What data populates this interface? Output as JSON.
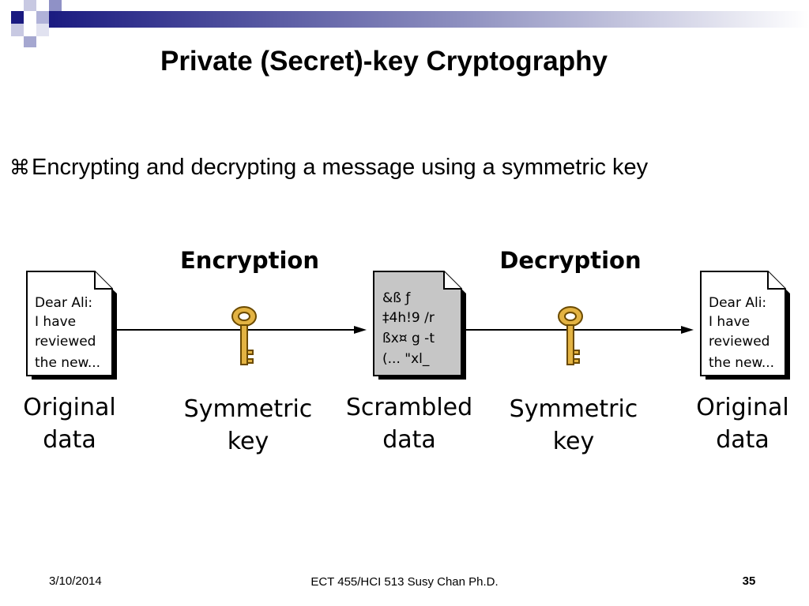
{
  "slide": {
    "title": "Private (Secret)-key Cryptography",
    "bullet_icon": "command-key-icon",
    "bullet": "Encrypting and decrypting a message using a symmetric key"
  },
  "diagram": {
    "headers": {
      "encryption": "Encryption",
      "decryption": "Decryption"
    },
    "original_doc_lines": [
      "Dear Ali:",
      "I have",
      "reviewed",
      "the new..."
    ],
    "scrambled_doc_lines": [
      "&ß ƒ",
      "‡4h!9 /r",
      "ßx¤ g -t",
      "(... \"xl_"
    ],
    "captions": {
      "original_left": [
        "Original",
        "data"
      ],
      "key_left": [
        "Symmetric",
        "key"
      ],
      "scrambled": [
        "Scrambled",
        "data"
      ],
      "key_right": [
        "Symmetric",
        "key"
      ],
      "original_right": [
        "Original",
        "data"
      ]
    },
    "colors": {
      "key_fill": "#e3b343",
      "key_stroke": "#6b4a00",
      "scrambled_fill": "#c6c6c6"
    }
  },
  "footer": {
    "date": "3/10/2014",
    "center": "ECT 455/HCI 513 Susy Chan Ph.D.",
    "page": "35"
  }
}
